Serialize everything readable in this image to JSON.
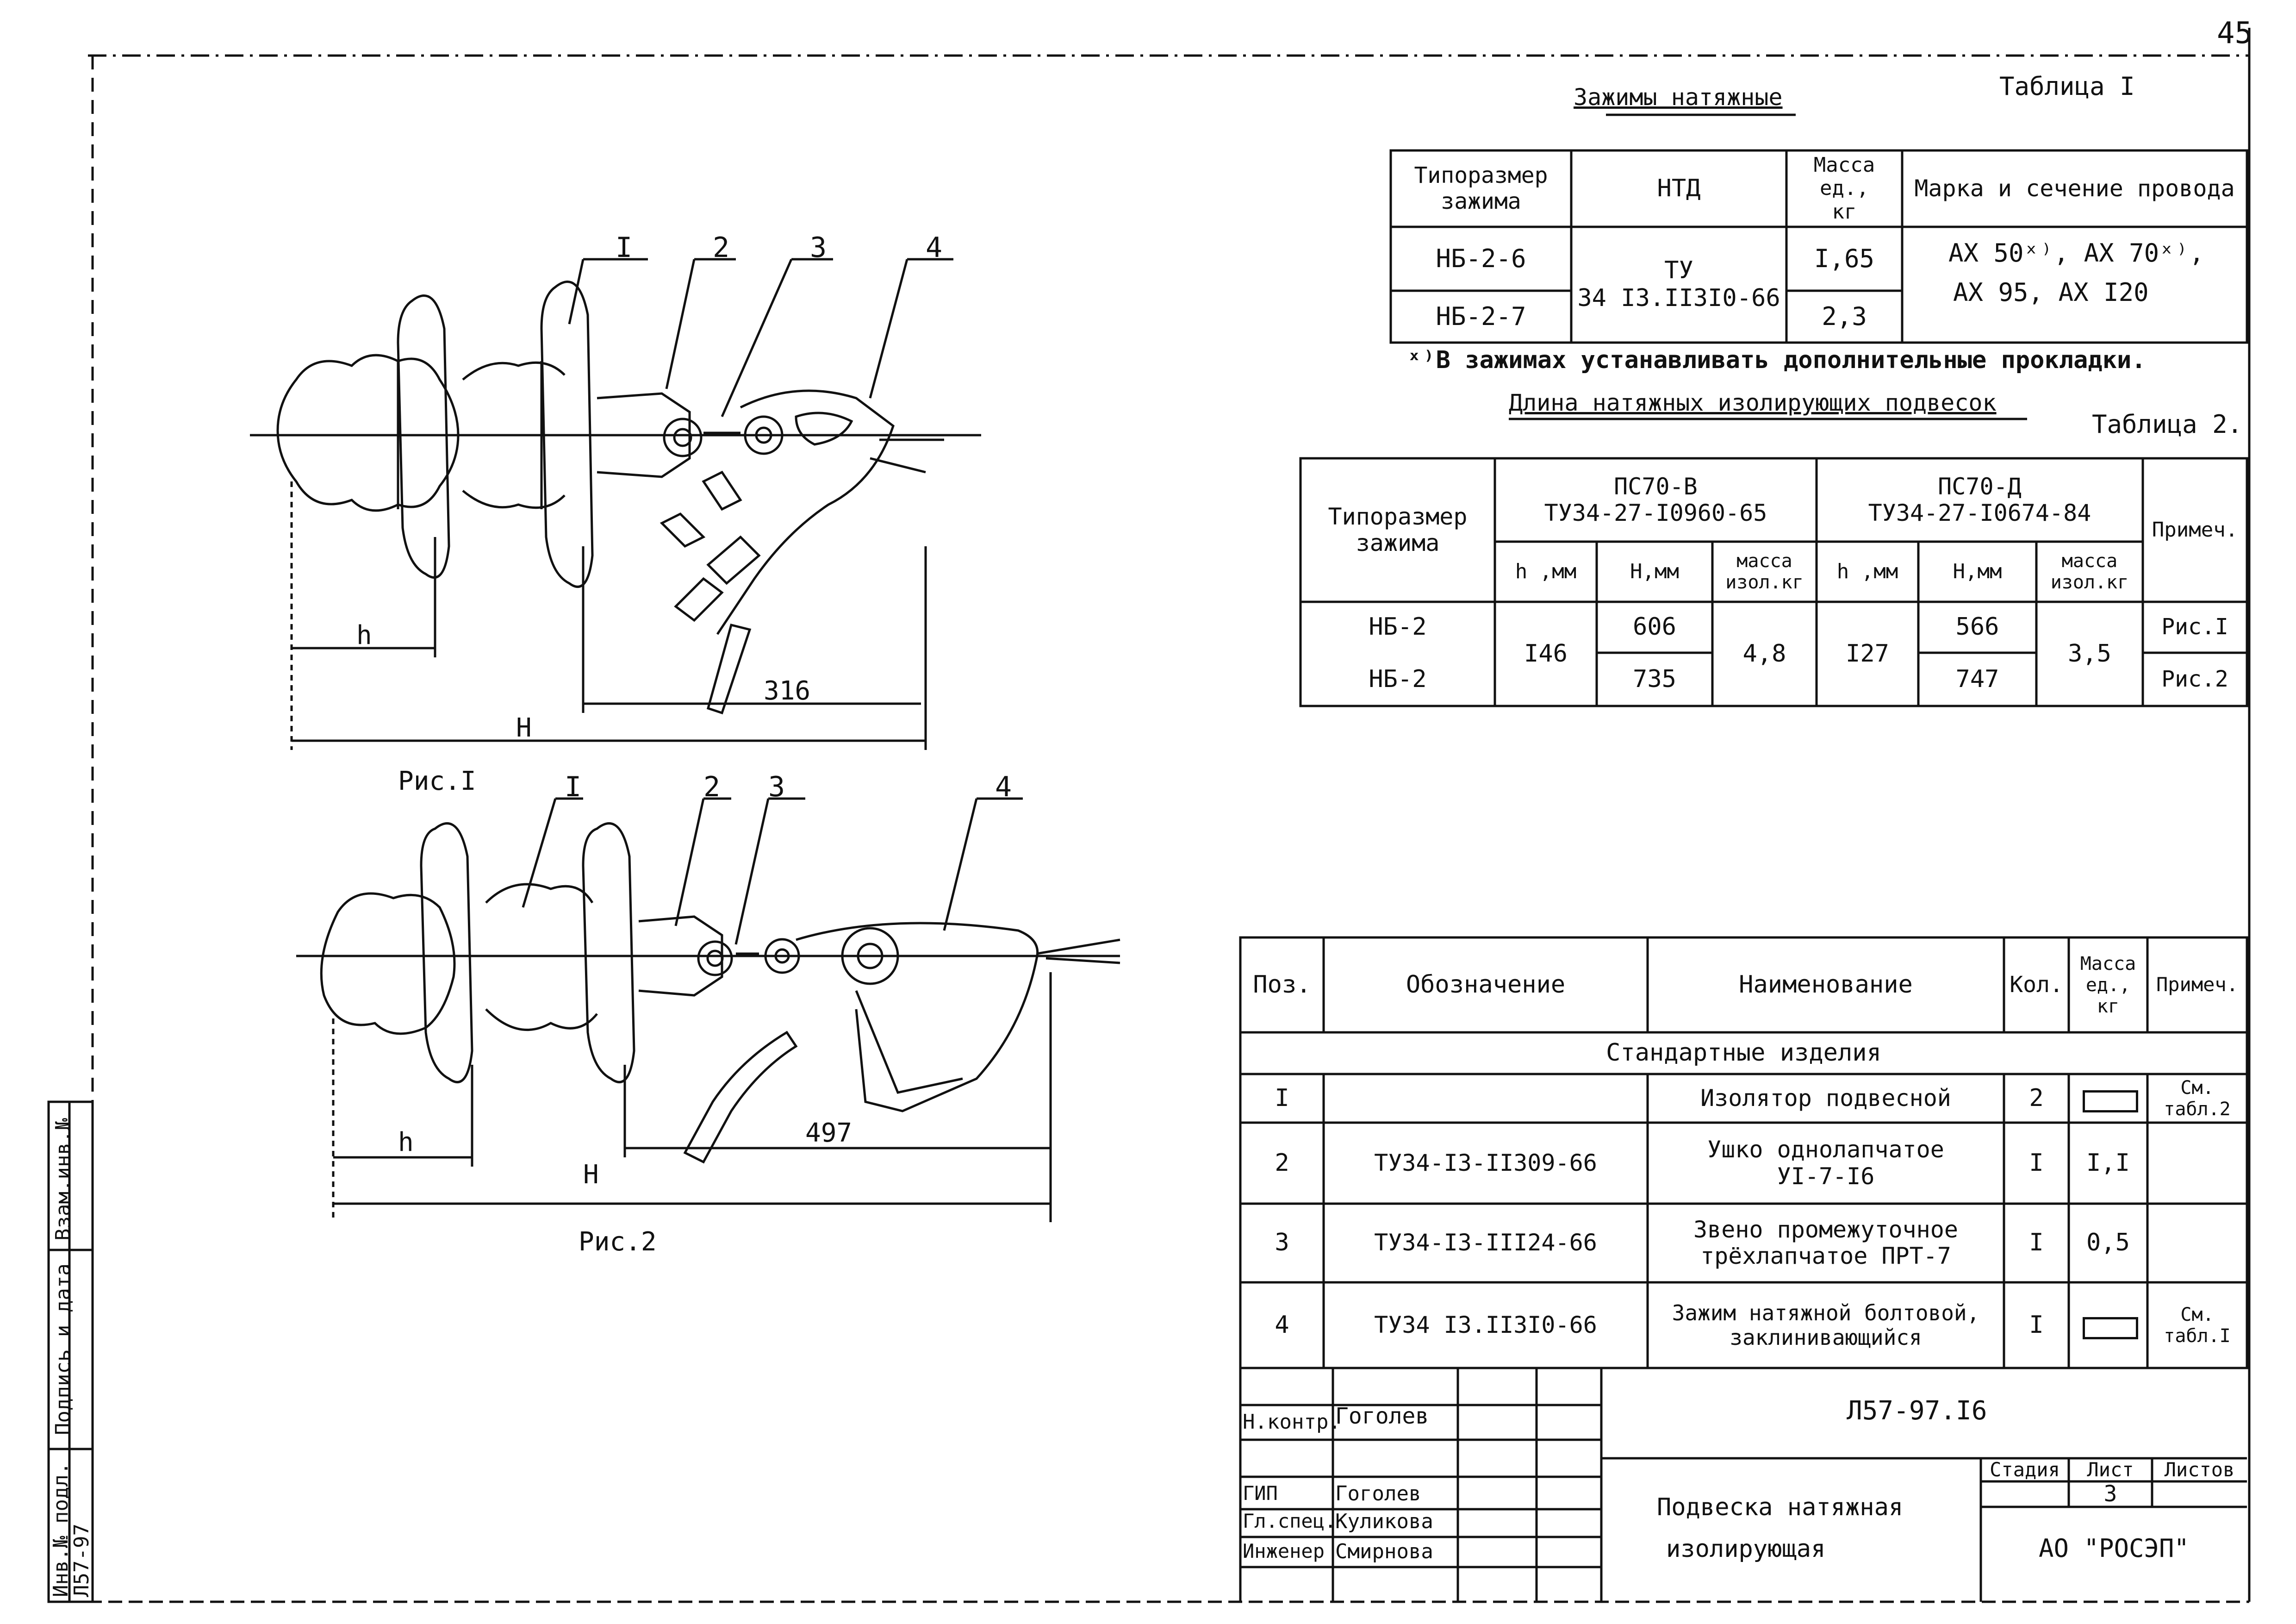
{
  "sheet": {
    "page_number": "45",
    "document_code": "Л57-97.I6",
    "title_line1": "Подвеска натяжная",
    "title_line2": "изолирующая",
    "organization": "АО \"РОСЭП\"",
    "stage_label": "Стадия",
    "sheet_label": "Лист",
    "sheets_label": "Листов",
    "sheet_value": "3"
  },
  "side_stamp": {
    "inv_orig": "Инв.№ подл.",
    "inv_orig_value": "Л57-97",
    "sign_date": "Подпись и дата",
    "replace_inv": "Взам.инв.№"
  },
  "signatures": [
    {
      "role": "Н.контр.",
      "name": "Гоголев"
    },
    {
      "role": "ГИП",
      "name": "Гоголев"
    },
    {
      "role": "Гл.спец.",
      "name": "Куликова"
    },
    {
      "role": "Инженер",
      "name": "Смирнова"
    }
  ],
  "table1": {
    "title": "Зажимы натяжные",
    "caption": "Таблица I",
    "headers": [
      "Типоразмер\nзажима",
      "НТД",
      "Масса\nед.,\nкг",
      "Марка и сечение провода"
    ],
    "rows": [
      {
        "type": "НБ-2-6",
        "mass": "I,65"
      },
      {
        "type": "НБ-2-7",
        "mass": "2,3"
      }
    ],
    "ntd": "ТУ\n34 I3.II3I0-66",
    "wire_line1": "АХ 50ˣ⁾,  АХ 70ˣ⁾,",
    "wire_line2": "АХ 95,  АХ I20",
    "footnote": "ˣ⁾В зажимах устанавливать дополнительные прокладки."
  },
  "table2": {
    "title": "Длина натяжных изолирующих подвесок",
    "caption": "Таблица 2.",
    "col_type": "Типоразмер\nзажима",
    "group1": "ПС70-В\nТУ34-27-I0960-65",
    "group2": "ПС70-Д\nТУ34-27-I0674-84",
    "col_note": "Примеч.",
    "sub_h": "h ,мм",
    "sub_H": "Н,мм",
    "sub_mass": "масса\nизол.кг",
    "rows": [
      {
        "type": "НБ-2",
        "H1": "606",
        "H2": "566",
        "note": "Рис.I"
      },
      {
        "type": "НБ-2",
        "H1": "735",
        "H2": "747",
        "note": "Рис.2"
      }
    ],
    "h1": "I46",
    "mass1": "4,8",
    "h2": "I27",
    "mass2": "3,5"
  },
  "spec": {
    "headers": [
      "Поз.",
      "Обозначение",
      "Наименование",
      "Кол.",
      "Масса\nед.,\nкг",
      "Примеч."
    ],
    "section": "Стандартные изделия",
    "rows": [
      {
        "pos": "I",
        "code": "",
        "name": "Изолятор подвесной",
        "qty": "2",
        "mass": "",
        "note": "См.\nтабл.2"
      },
      {
        "pos": "2",
        "code": "ТУ34-I3-II309-66",
        "name": "Ушко однолапчатое\nУI-7-I6",
        "qty": "I",
        "mass": "I,I",
        "note": ""
      },
      {
        "pos": "3",
        "code": "ТУ34-I3-III24-66",
        "name": "Звено промежуточное\nтрёхлапчатое ПРТ-7",
        "qty": "I",
        "mass": "0,5",
        "note": ""
      },
      {
        "pos": "4",
        "code": "ТУ34 I3.II3I0-66",
        "name": "Зажим натяжной болтовой,\nзаклинивающийся",
        "qty": "I",
        "mass": "",
        "note": "См.\nтабл.I"
      }
    ]
  },
  "figures": {
    "fig1_caption": "Рис.I",
    "fig2_caption": "Рис.2",
    "fig1_dim": "316",
    "fig2_dim": "497",
    "dim_h": "h",
    "dim_H": "Н",
    "labels": [
      "I",
      "2",
      "3",
      "4"
    ]
  }
}
